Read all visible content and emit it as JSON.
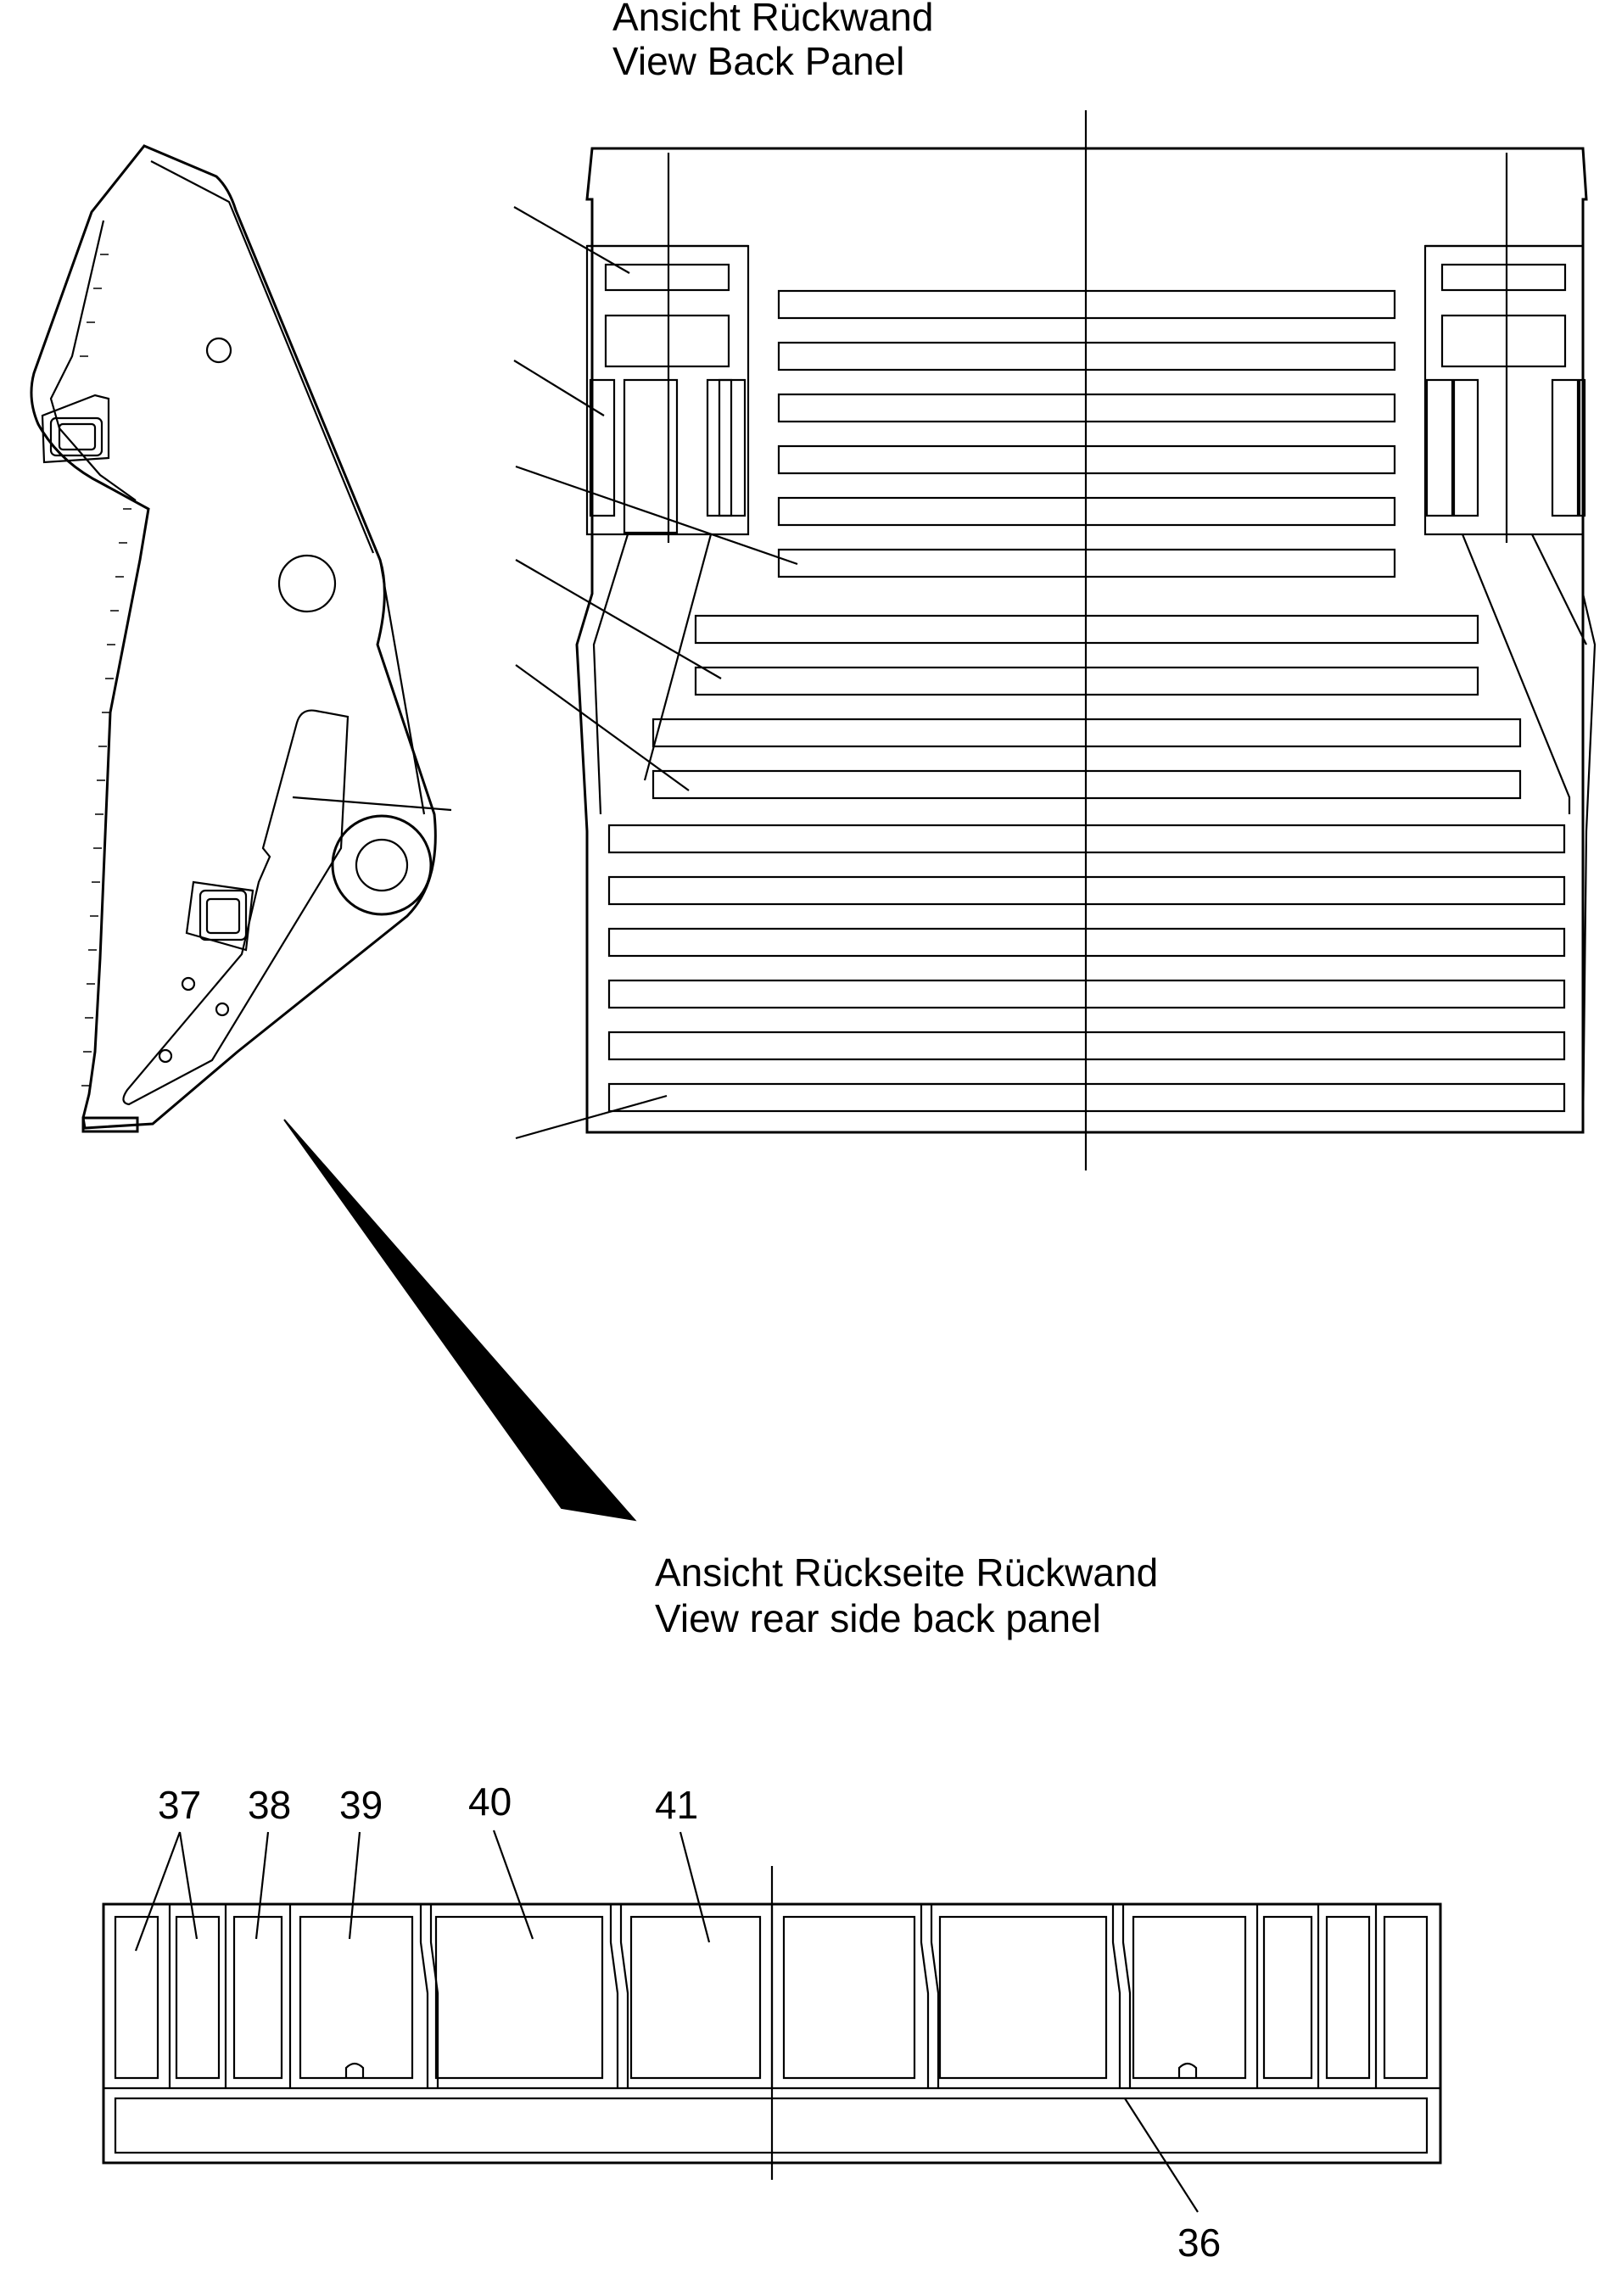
{
  "top_view": {
    "title_de": "Ansicht Rückwand",
    "title_en": "View Back Panel"
  },
  "bottom_view": {
    "title_de": "Ansicht Rückseite Rückwand",
    "title_en": "View rear side back panel"
  },
  "callouts": {
    "c36": "36",
    "c37": "37",
    "c38": "38",
    "c39": "39",
    "c40": "40",
    "c41": "41"
  },
  "colors": {
    "line": "#000000",
    "background": "#ffffff"
  }
}
